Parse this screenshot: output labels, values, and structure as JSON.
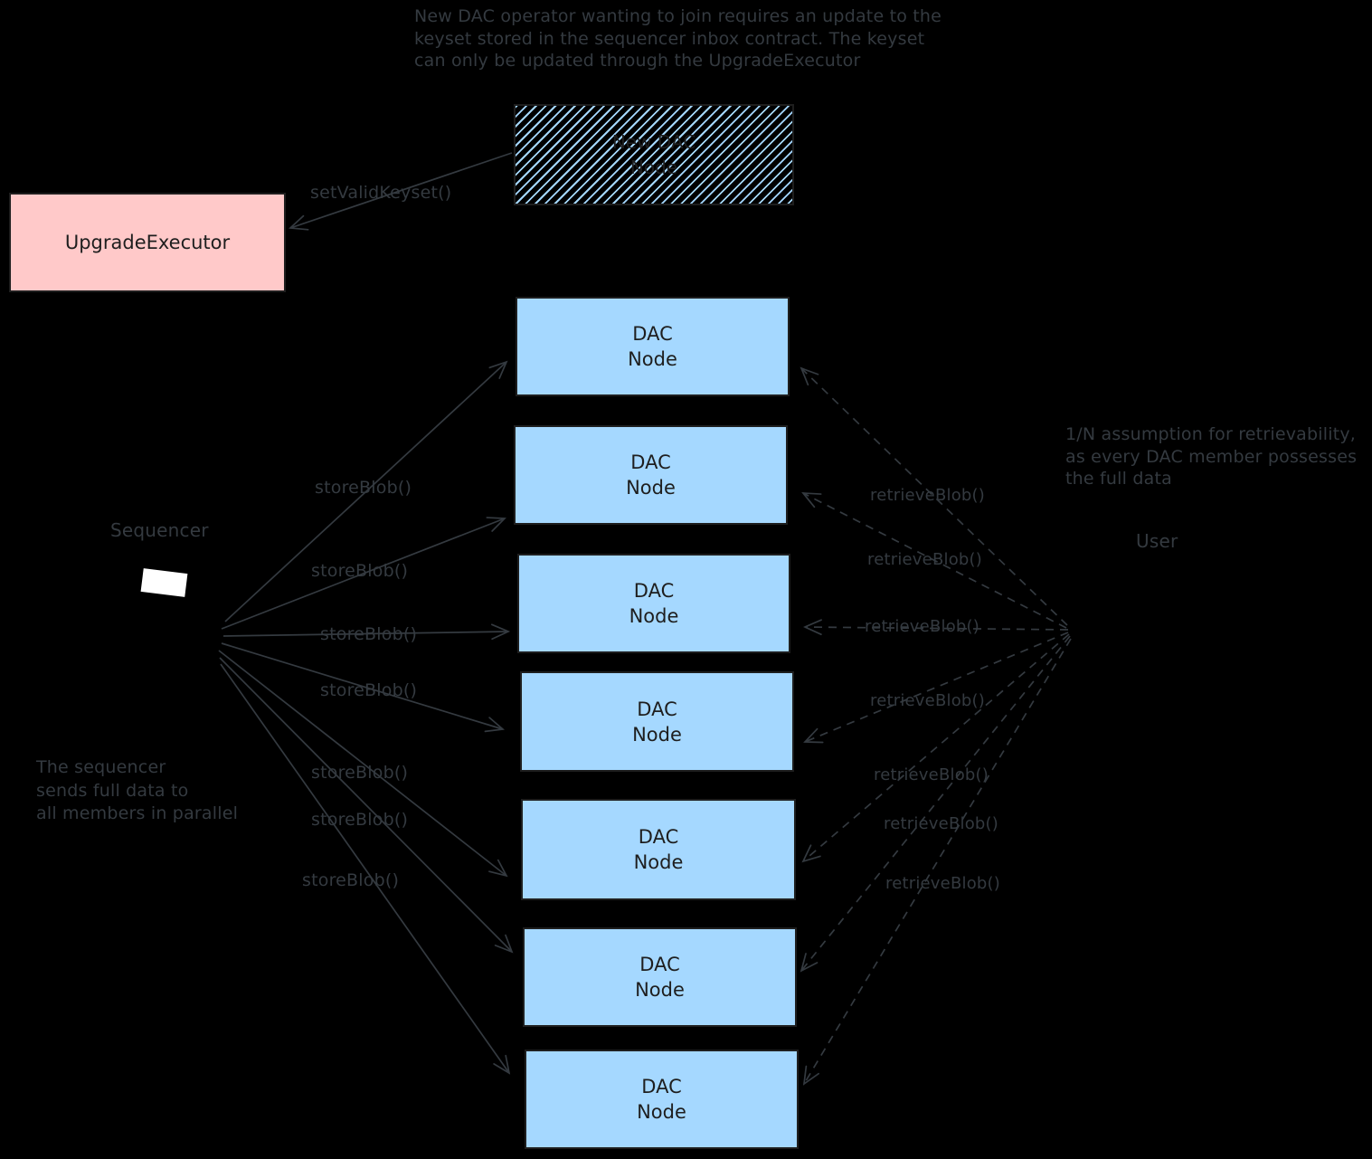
{
  "colors": {
    "background": "#000000",
    "annotation_text": "#343a40",
    "arrow": "#343a40",
    "dac_node_fill": "#a5d8ff",
    "upgrade_executor_fill": "#ffc9c9",
    "box_stroke": "#1e1e1e",
    "box_text": "#1e1e1e",
    "hatch_line": "#a5d8ff",
    "sequencer_box_fill": "#ffffff"
  },
  "notes": {
    "keyset_note": "New DAC operator wanting to join requires an update to the\nkeyset stored in the sequencer inbox contract. The keyset\ncan only be updated through the UpgradeExecutor",
    "retrievability_note": "1/N assumption for retrievability,\nas every DAC member possesses\nthe full data",
    "parallel_note": "The sequencer\nsends full data to\nall members in parallel"
  },
  "actors": {
    "sequencer_label": "Sequencer",
    "user_label": "User"
  },
  "boxes": {
    "upgrade_executor_label": "UpgradeExecutor",
    "new_dac_node_label": "New DAC\nNode"
  },
  "dac_nodes": [
    {
      "label": "DAC\nNode"
    },
    {
      "label": "DAC\nNode"
    },
    {
      "label": "DAC\nNode"
    },
    {
      "label": "DAC\nNode"
    },
    {
      "label": "DAC\nNode"
    },
    {
      "label": "DAC\nNode"
    },
    {
      "label": "DAC\nNode"
    }
  ],
  "calls": {
    "set_valid_keyset_label": "setValidKeyset()",
    "store": [
      {
        "label": "storeBlob()"
      },
      {
        "label": "storeBlob()"
      },
      {
        "label": "storeBlob()"
      },
      {
        "label": "storeBlob()"
      },
      {
        "label": "storeBlob()"
      },
      {
        "label": "storeBlob()"
      },
      {
        "label": "storeBlob()"
      }
    ],
    "retrieve": [
      {
        "label": "retrieveBlob()"
      },
      {
        "label": "retrieveBlob()"
      },
      {
        "label": "retrieveBlob()"
      },
      {
        "label": "retrieveBlob()"
      },
      {
        "label": "retrieveBlob()"
      },
      {
        "label": "retrieveBlob()"
      },
      {
        "label": "retrieveBlob()"
      }
    ]
  }
}
